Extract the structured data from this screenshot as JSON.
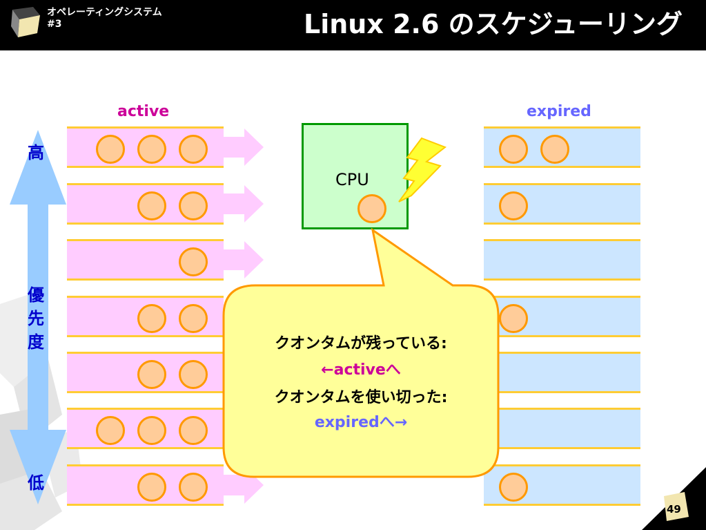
{
  "header": {
    "course_title": "オペレーティングシステム",
    "course_number": "#3",
    "slide_title": "Linux 2.6 のスケジューリング"
  },
  "columns": {
    "active_label": "active",
    "expired_label": "expired"
  },
  "priority_axis": {
    "high_label": "高",
    "axis_label_chars": [
      "優",
      "先",
      "度"
    ],
    "low_label": "低"
  },
  "active_queue": {
    "process_counts": [
      3,
      2,
      1,
      2,
      2,
      3,
      2
    ]
  },
  "expired_queue": {
    "process_counts": [
      2,
      1,
      0,
      1,
      0,
      0,
      1
    ]
  },
  "cpu": {
    "label": "CPU"
  },
  "callout": {
    "line1": "クオンタムが残っている:",
    "line2": "←activeへ",
    "line3": "クオンタムを使い切った:",
    "line4": "expiredへ→"
  },
  "footer": {
    "page_number": "49"
  },
  "colors": {
    "active_row": "#ffccff",
    "expired_row": "#cce6ff",
    "row_rule": "#ffcc33",
    "process_fill": "#ffcc99",
    "process_border": "#ff9900",
    "cpu_fill": "#ccffcc",
    "cpu_border": "#009900",
    "callout_fill": "#ffff99",
    "callout_border": "#ff9900",
    "priority_arrow": "#99ccff",
    "active_text": "#cc0099",
    "expired_text": "#6666ff",
    "priority_text": "#0000cc"
  }
}
